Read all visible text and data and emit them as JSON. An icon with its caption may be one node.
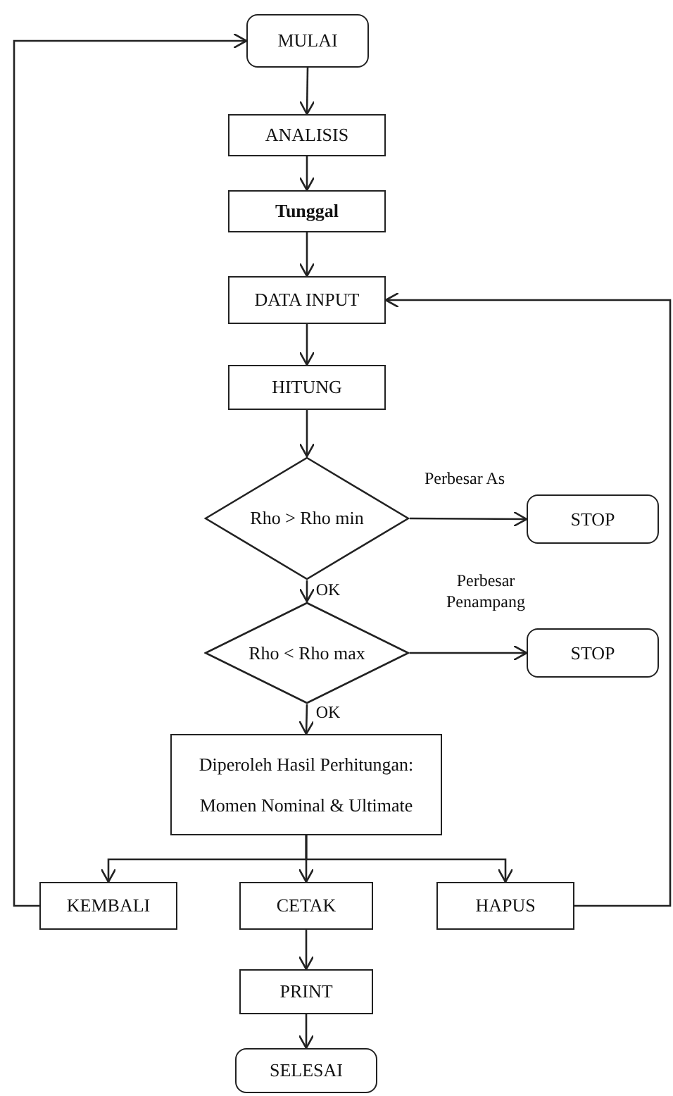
{
  "diagram": {
    "nodes": [
      {
        "text": [
          "MULAI"
        ]
      },
      {
        "text": [
          "ANALISIS"
        ]
      },
      {
        "text": [
          "Tunggal"
        ]
      },
      {
        "text": [
          "DATA INPUT"
        ]
      },
      {
        "text": [
          "HITUNG"
        ]
      },
      {
        "text": [
          "Rho > Rho min"
        ]
      },
      {
        "text": [
          "STOP"
        ]
      },
      {
        "text": [
          "Rho < Rho max"
        ]
      },
      {
        "text": [
          "STOP"
        ]
      },
      {
        "text": [
          "Diperoleh Hasil Perhitungan:",
          "Momen Nominal & Ultimate"
        ]
      },
      {
        "text": [
          "KEMBALI"
        ]
      },
      {
        "text": [
          "CETAK"
        ]
      },
      {
        "text": [
          "HAPUS"
        ]
      },
      {
        "text": [
          "PRINT"
        ]
      },
      {
        "text": [
          "SELESAI"
        ]
      }
    ],
    "edges": [
      {
        "from": 0,
        "to": 1,
        "arrow": "to"
      },
      {
        "from": 1,
        "to": 2,
        "arrow": "to"
      },
      {
        "from": 2,
        "to": 3,
        "arrow": "to"
      },
      {
        "from": 3,
        "to": 4,
        "arrow": "to"
      },
      {
        "from": 4,
        "to": 5,
        "arrow": "to"
      },
      {
        "from": 5,
        "to": 6,
        "arrow": "to",
        "label": "Perbesar As"
      },
      {
        "from": 5,
        "to": 7,
        "arrow": "to",
        "label": "OK"
      },
      {
        "from": 7,
        "to": 8,
        "arrow": "to",
        "label": "Perbesar Penampang"
      },
      {
        "from": 7,
        "to": 9,
        "arrow": "to",
        "label": "OK"
      },
      {
        "from": 9,
        "to": 10,
        "arrow": "to"
      },
      {
        "from": 9,
        "to": 11,
        "arrow": "to"
      },
      {
        "from": 9,
        "to": 12,
        "arrow": "to"
      },
      {
        "from": 10,
        "to": 0,
        "arrow": "to"
      },
      {
        "from": 12,
        "to": 3,
        "arrow": "to"
      },
      {
        "from": 11,
        "to": 13,
        "arrow": "to"
      },
      {
        "from": 13,
        "to": 14,
        "arrow": "to"
      }
    ]
  }
}
